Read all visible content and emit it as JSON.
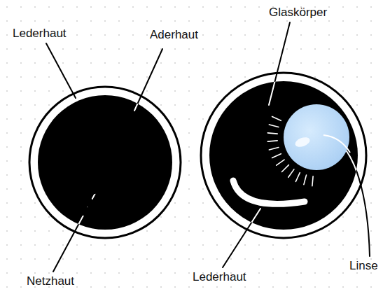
{
  "diagram": {
    "labels": [
      "Lederhaut",
      "Aderhaut",
      "Glaskörper",
      "Netzhaut",
      "Lederhaut",
      "Linse"
    ]
  }
}
